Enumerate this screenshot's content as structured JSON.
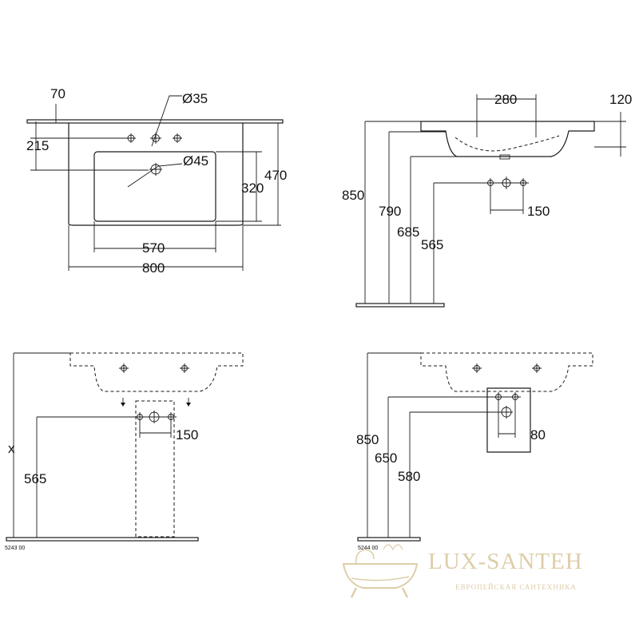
{
  "views": {
    "top_view": {
      "dims": {
        "back_rim": "70",
        "tap_hole": "Ø35",
        "tap_offset": "215",
        "drain": "Ø45",
        "bowl_depth": "320",
        "total_depth": "470",
        "bowl_width": "570",
        "total_width": "800"
      }
    },
    "side_view": {
      "dims": {
        "hole_spacing": "280",
        "basin_height": "120",
        "rim_height": "850",
        "height_790": "790",
        "height_685": "685",
        "height_565": "565",
        "waste_spacing": "150"
      }
    },
    "pedestal_view": {
      "dims": {
        "height_x": "x",
        "height_565": "565",
        "waste_spacing": "150"
      },
      "code": "5243 00"
    },
    "semi_pedestal_view": {
      "dims": {
        "rim_height": "850",
        "height_650": "650",
        "height_580": "580",
        "waste_spacing": "80"
      },
      "code": "5244 00"
    }
  },
  "watermark": {
    "brand": "LUX-SANTEH",
    "tagline": "ЕВРОПЕЙСКАЯ САНТЕХНИКА",
    "color": "#d8c59b"
  }
}
